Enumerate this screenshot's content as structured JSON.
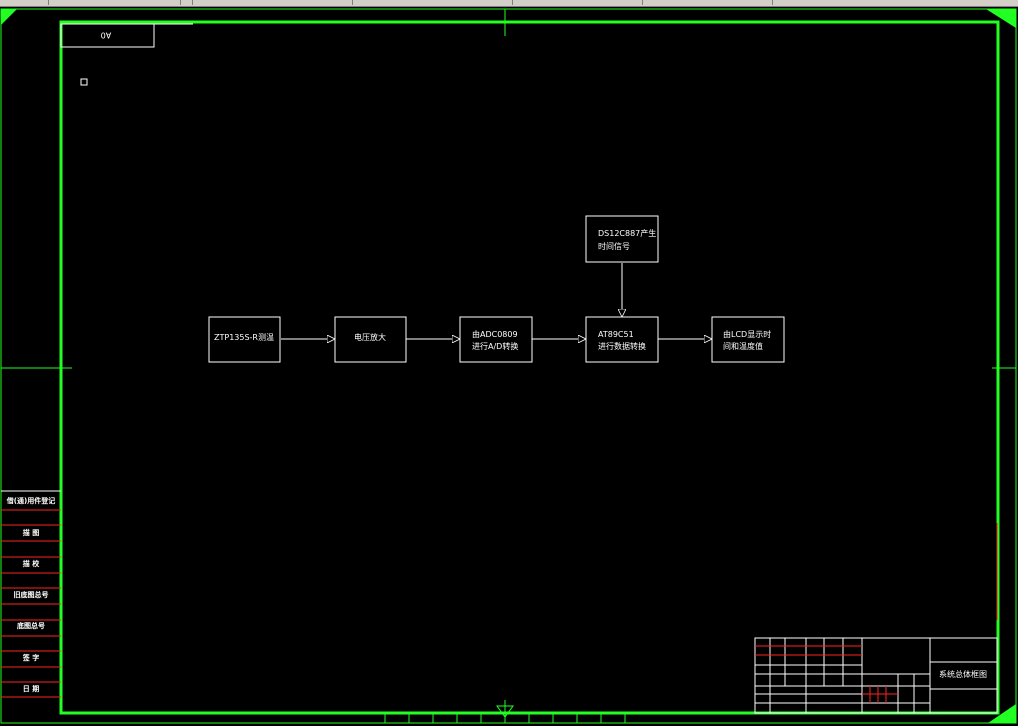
{
  "sheet": {
    "size_label": "A0",
    "colors": {
      "frame": "#22ff22",
      "box": "#ffffff",
      "bg": "#000000",
      "grid_red": "#ff2222"
    }
  },
  "blocks": {
    "sensor": [
      "ZTP135S-R测温"
    ],
    "amp": [
      "电压放大"
    ],
    "adc": [
      "由ADC0809",
      "进行A/D转换"
    ],
    "mcu": [
      "AT89C51",
      "进行数据转换"
    ],
    "rtc": [
      "DS12C887产生",
      "时间信号"
    ],
    "lcd": [
      "由LCD显示时",
      "间和温度值"
    ]
  },
  "side_panel": {
    "rows": [
      "借(通)用件登记",
      "描  图",
      "描  校",
      "旧底图总号",
      "底图总号",
      "签  字",
      "日  期"
    ]
  },
  "title_block": {
    "title": "系统总体框图"
  }
}
